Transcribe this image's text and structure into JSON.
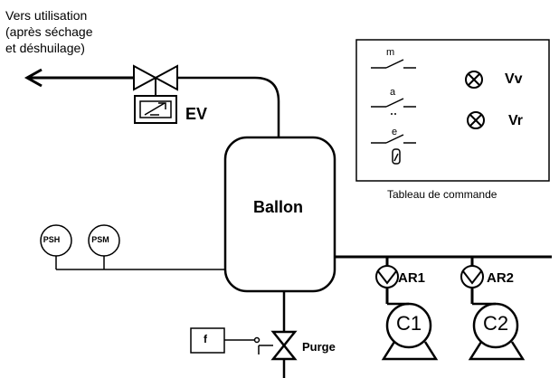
{
  "outlet": {
    "line1": "Vers utilisation",
    "line2": "(après séchage",
    "line3": "et déshuilage)"
  },
  "valve": {
    "label": "EV"
  },
  "tank": {
    "label": "Ballon"
  },
  "gauges": [
    {
      "label": "PSH"
    },
    {
      "label": "PSM"
    }
  ],
  "drain": {
    "label": "Purge",
    "filter_label": "f"
  },
  "check_valves": [
    {
      "label": "AR1"
    },
    {
      "label": "AR2"
    }
  ],
  "compressors": [
    {
      "label": "C1"
    },
    {
      "label": "C2"
    }
  ],
  "control_panel": {
    "title": "Tableau de commande",
    "switches": [
      {
        "label": "m"
      },
      {
        "label": "a"
      },
      {
        "label": "e"
      }
    ],
    "lamps": [
      {
        "label": "Vv"
      },
      {
        "label": "Vr"
      }
    ]
  }
}
